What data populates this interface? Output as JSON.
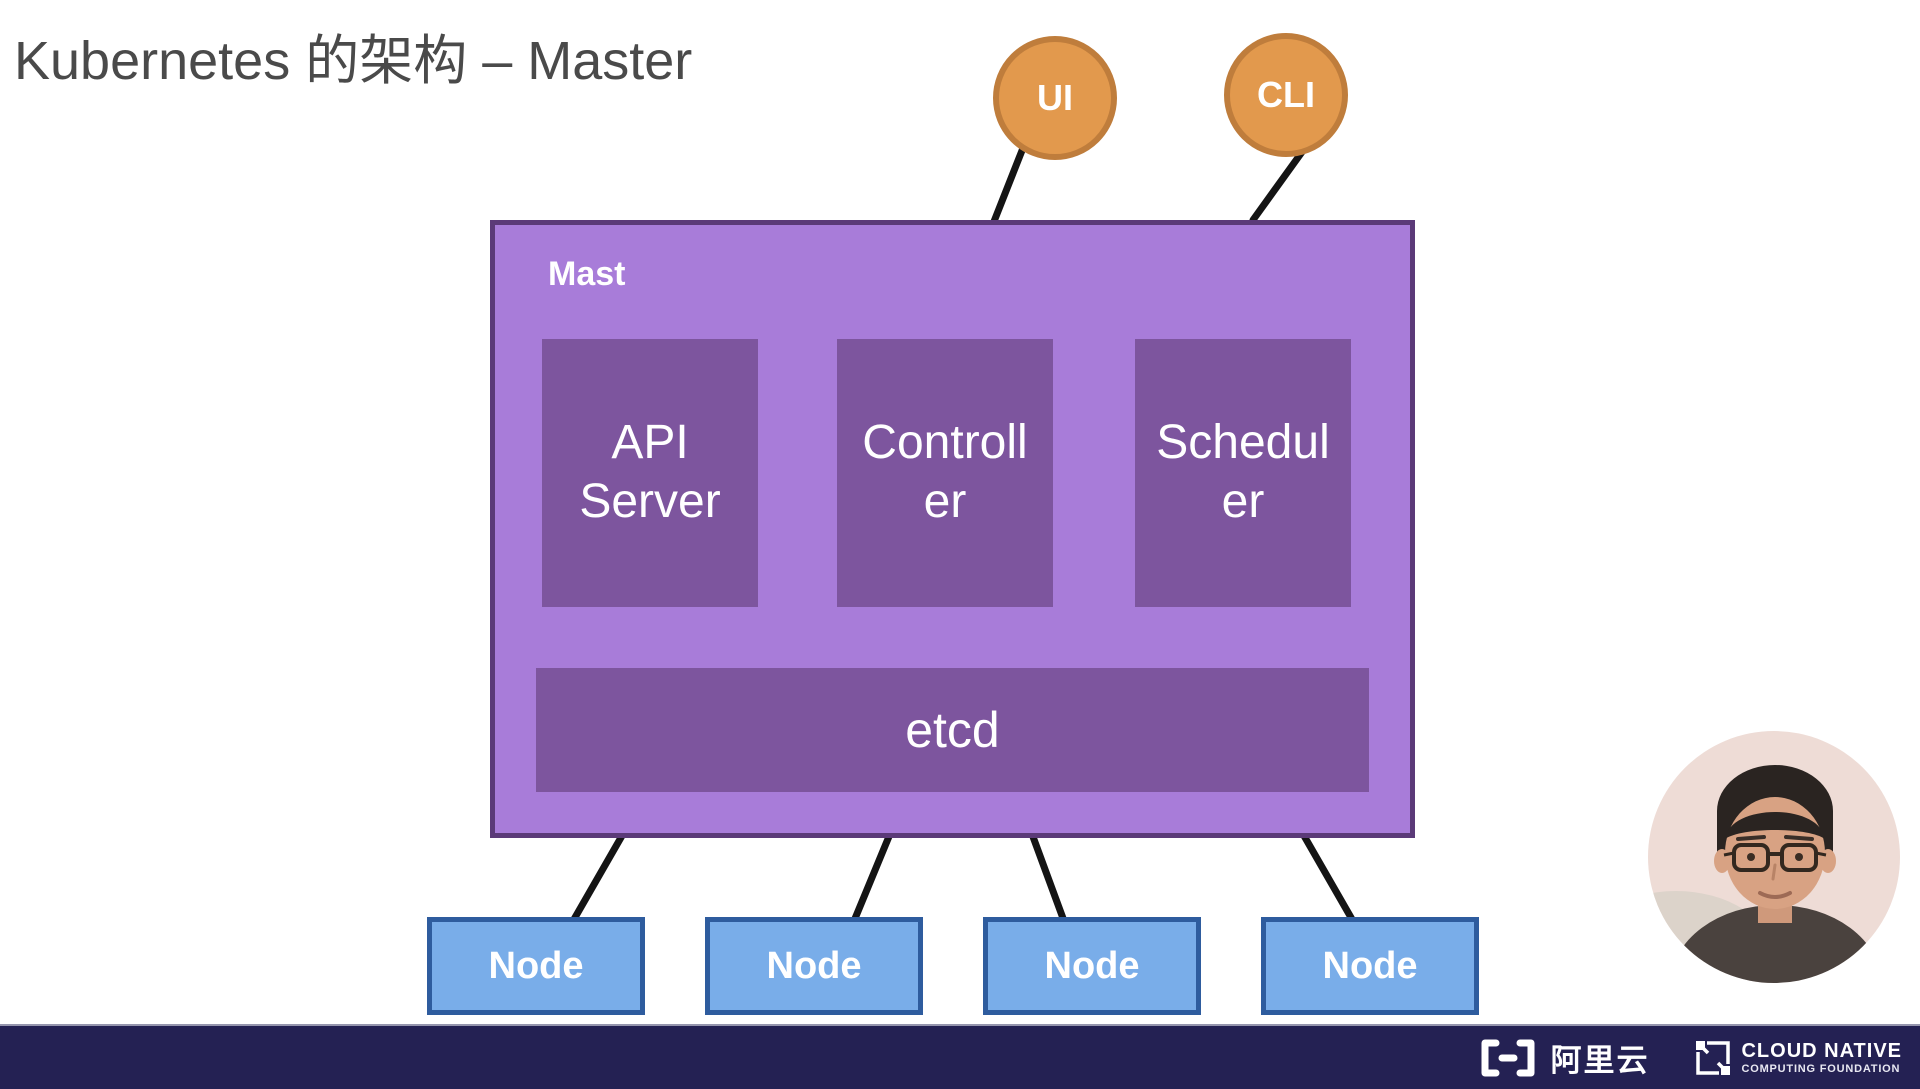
{
  "title": "Kubernetes 的架构 – Master",
  "clients": [
    {
      "label": "UI"
    },
    {
      "label": "CLI"
    }
  ],
  "master": {
    "label": "Mast",
    "components": [
      {
        "label": "API\nServer"
      },
      {
        "label": "Controll\ner"
      },
      {
        "label": "Schedul\ner"
      }
    ],
    "store": {
      "label": "etcd"
    }
  },
  "nodes": [
    {
      "label": "Node"
    },
    {
      "label": "Node"
    },
    {
      "label": "Node"
    },
    {
      "label": "Node"
    }
  ],
  "footer": {
    "alibaba_label": "阿里云",
    "cncf_line1": "CLOUD NATIVE",
    "cncf_line2": "COMPUTING FOUNDATION"
  },
  "colors": {
    "title_color": "#4a4a4a",
    "master_fill": "#a87cd9",
    "master_border": "#5b3a78",
    "component_fill": "#7d559e",
    "node_fill": "#79ade9",
    "node_border": "#2e5c9e",
    "client_fill": "#e2994d",
    "client_border": "#bf7d3c",
    "connector": "#141414",
    "footer_bg": "#242153"
  }
}
